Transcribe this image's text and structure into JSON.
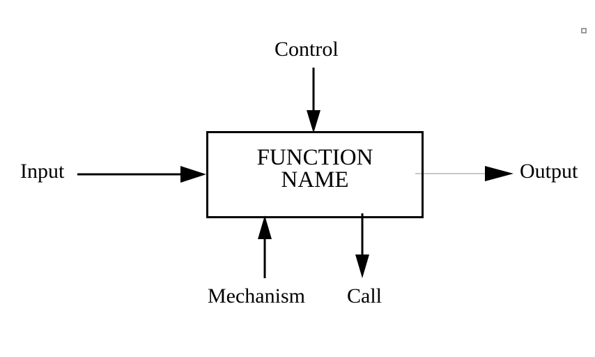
{
  "canvas": {
    "function_box": {
      "name_line1": "FUNCTION",
      "name_line2": "NAME"
    },
    "arrows": {
      "control": {
        "label": "Control",
        "direction": "down"
      },
      "input": {
        "label": "Input",
        "direction": "right"
      },
      "output": {
        "label": "Output",
        "direction": "right"
      },
      "mechanism": {
        "label": "Mechanism",
        "direction": "up"
      },
      "call": {
        "label": "Call",
        "direction": "down"
      }
    }
  },
  "colors": {
    "line": "#000000",
    "text": "#000000",
    "output_line": "#909090",
    "handle": "#9b9b9b",
    "background": "#ffffff"
  }
}
